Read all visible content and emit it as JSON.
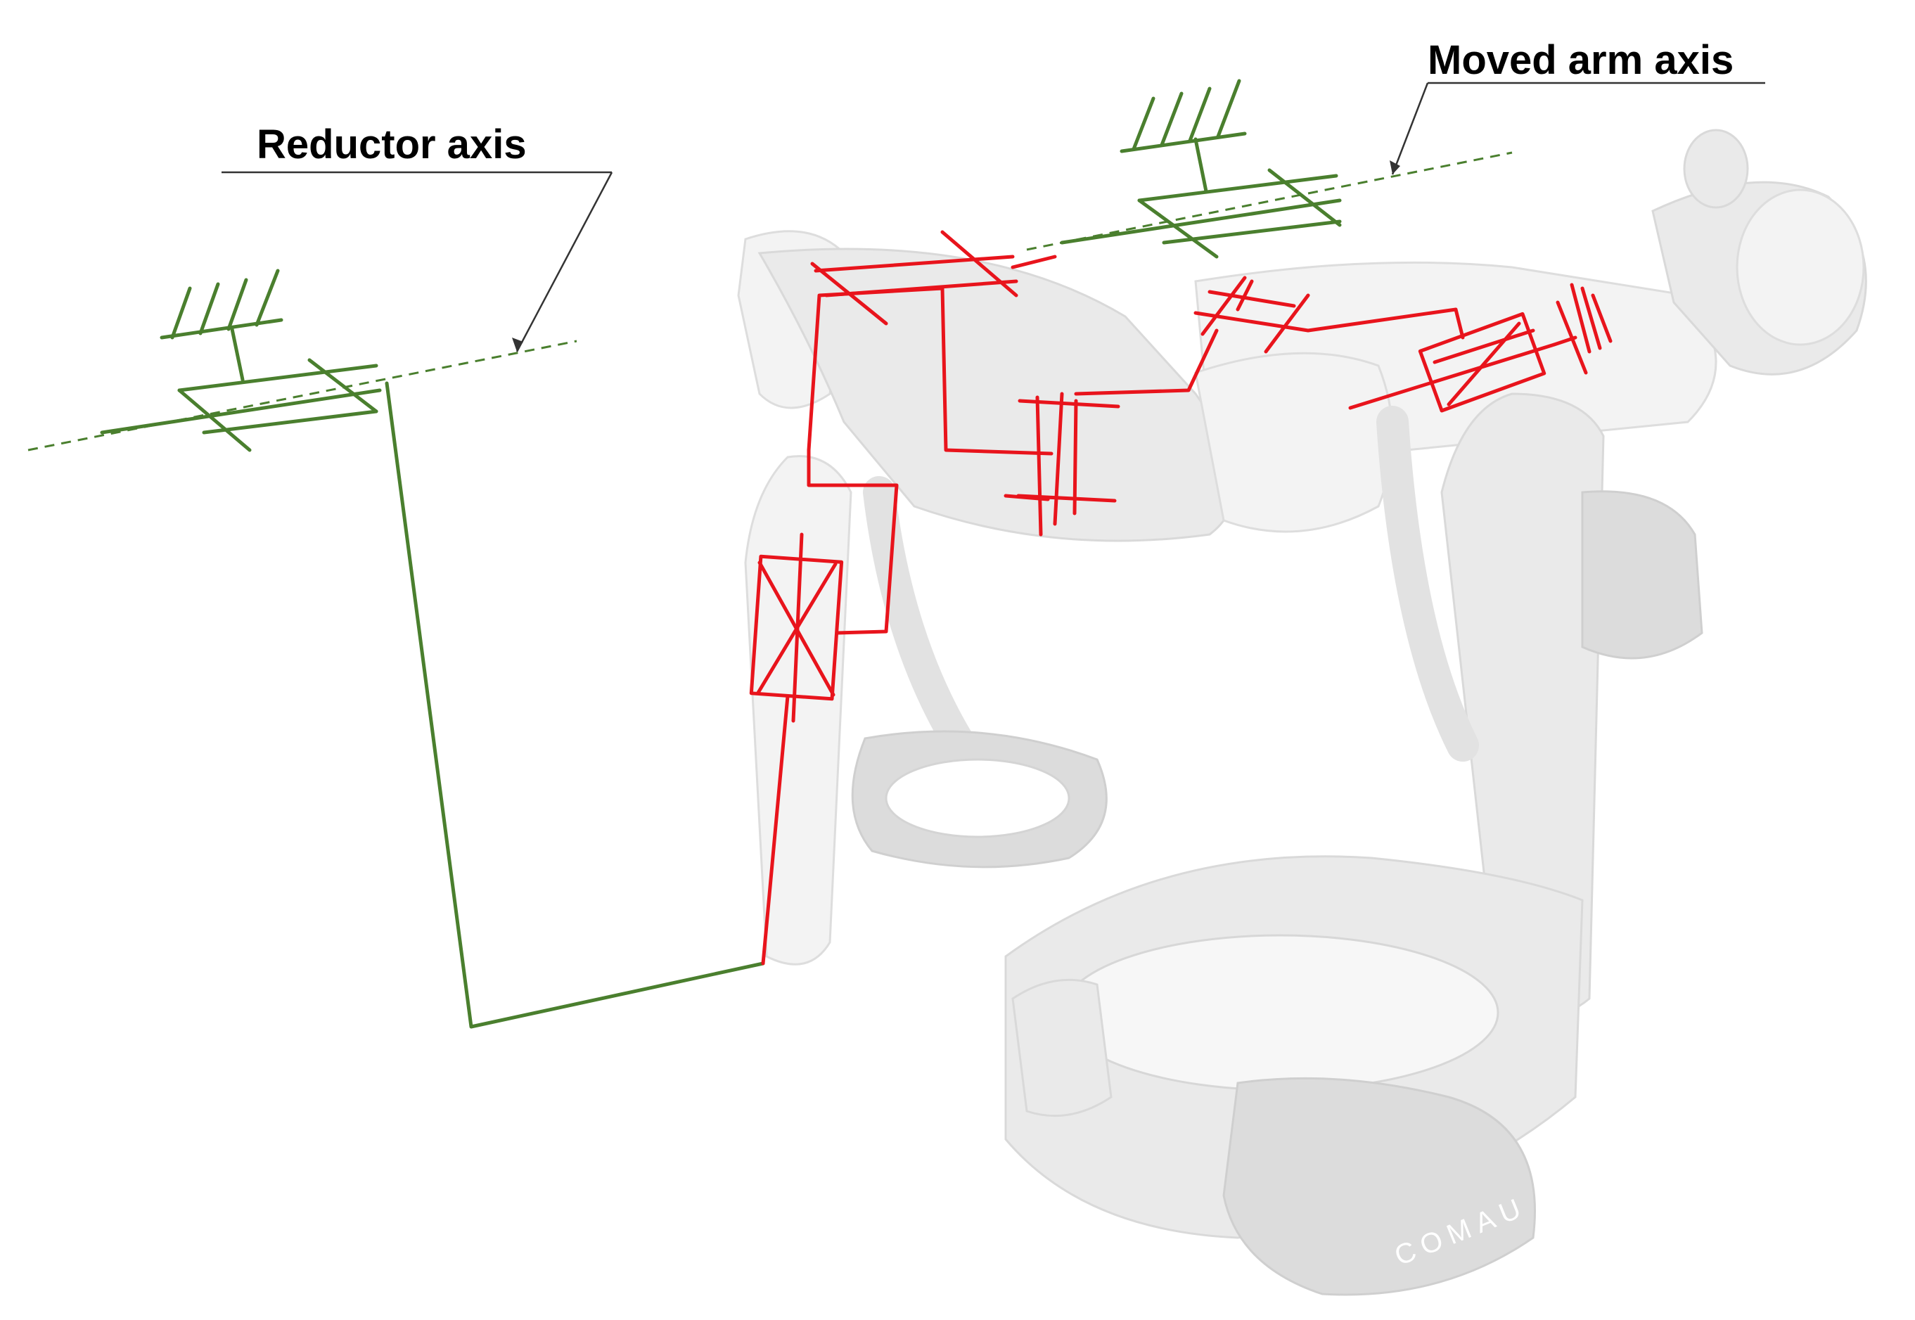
{
  "labels": {
    "reductor_axis": "Reductor axis",
    "moved_arm_axis": "Moved arm axis"
  },
  "brand": "COMAU",
  "colors": {
    "mechanism_scheme": "#e8141c",
    "ground_scheme": "#4a7f2e",
    "exoskeleton": "#eaeaea"
  }
}
